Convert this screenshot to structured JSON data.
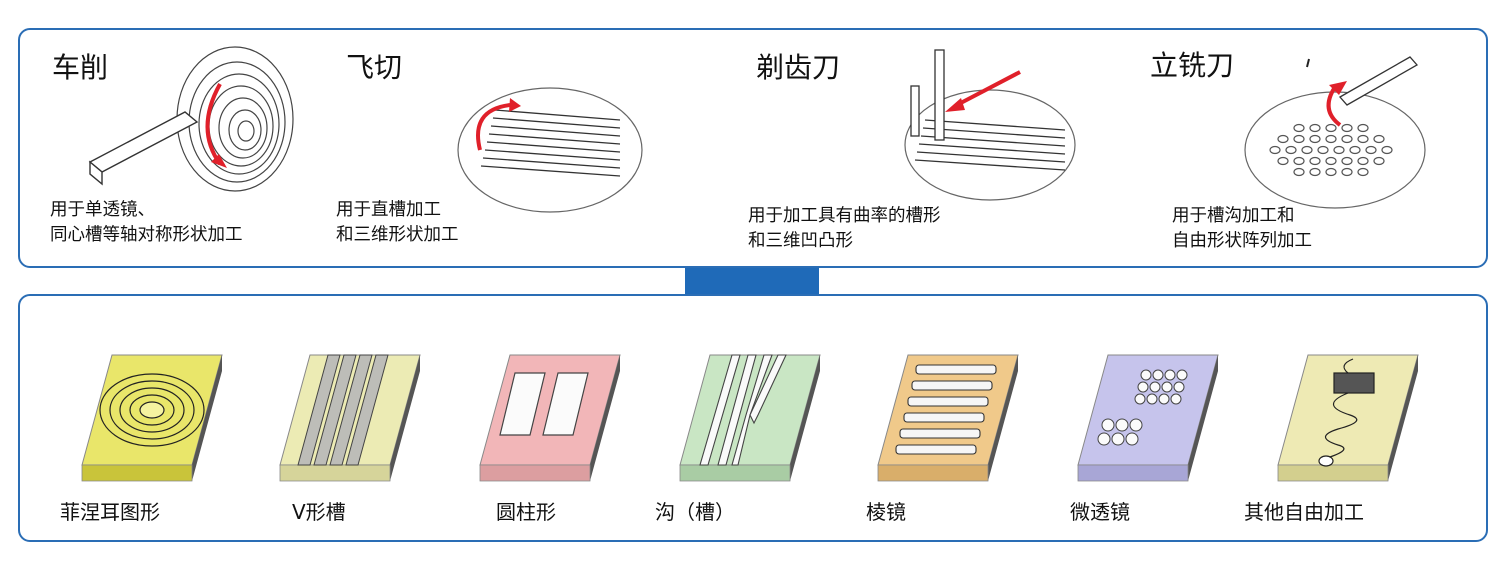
{
  "methods": [
    {
      "title": "车削",
      "desc": "用于单透镜、\n同心槽等轴对称形状加工"
    },
    {
      "title": "飞切",
      "desc": "用于直槽加工\n和三维形状加工"
    },
    {
      "title": "剃齿刀",
      "desc": "用于加工具有曲率的槽形\n和三维凹凸形"
    },
    {
      "title": "立铣刀",
      "desc": "用于槽沟加工和\n自由形状阵列加工"
    }
  ],
  "products": [
    {
      "label": "菲涅耳图形",
      "color": "#e9e66a"
    },
    {
      "label": "V形槽",
      "color": "#ecebb4"
    },
    {
      "label": "圆柱形",
      "color": "#f2b6b8"
    },
    {
      "label": "沟（槽）",
      "color": "#c9e6c4"
    },
    {
      "label": "棱镜",
      "color": "#f0c98a"
    },
    {
      "label": "微透镜",
      "color": "#c6c4ec"
    },
    {
      "label": "其他自由加工",
      "color": "#eeeab4"
    }
  ],
  "colors": {
    "frame": "#2a6db5",
    "arrow": "#1f6ab8",
    "red_arrow": "#e0202a"
  }
}
